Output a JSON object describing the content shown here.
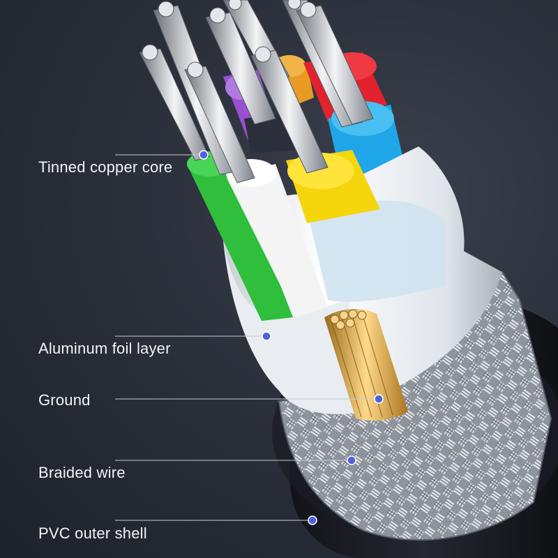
{
  "annotations": [
    {
      "label": "Tinned copper core"
    },
    {
      "label": "Aluminum foil layer"
    },
    {
      "label": "Ground"
    },
    {
      "label": "Braided wire"
    },
    {
      "label": "PVC outer shell"
    }
  ],
  "colors": {
    "background": "#2b303b",
    "marker_dot": "#4e63d8",
    "leader_line": "#c7cbd3",
    "conductor_green": "#2fbf3d",
    "conductor_white": "#f4f4f4",
    "conductor_yellow": "#f5d60c",
    "conductor_cyan": "#1ea6e8",
    "conductor_red": "#e2222d",
    "conductor_orange": "#e89a22",
    "conductor_purple": "#9b4fd1",
    "foil": "#e9edf1",
    "ground_copper": "#e0b24a",
    "braid": "#b8bec6",
    "pvc_shell": "#1a1c22"
  }
}
